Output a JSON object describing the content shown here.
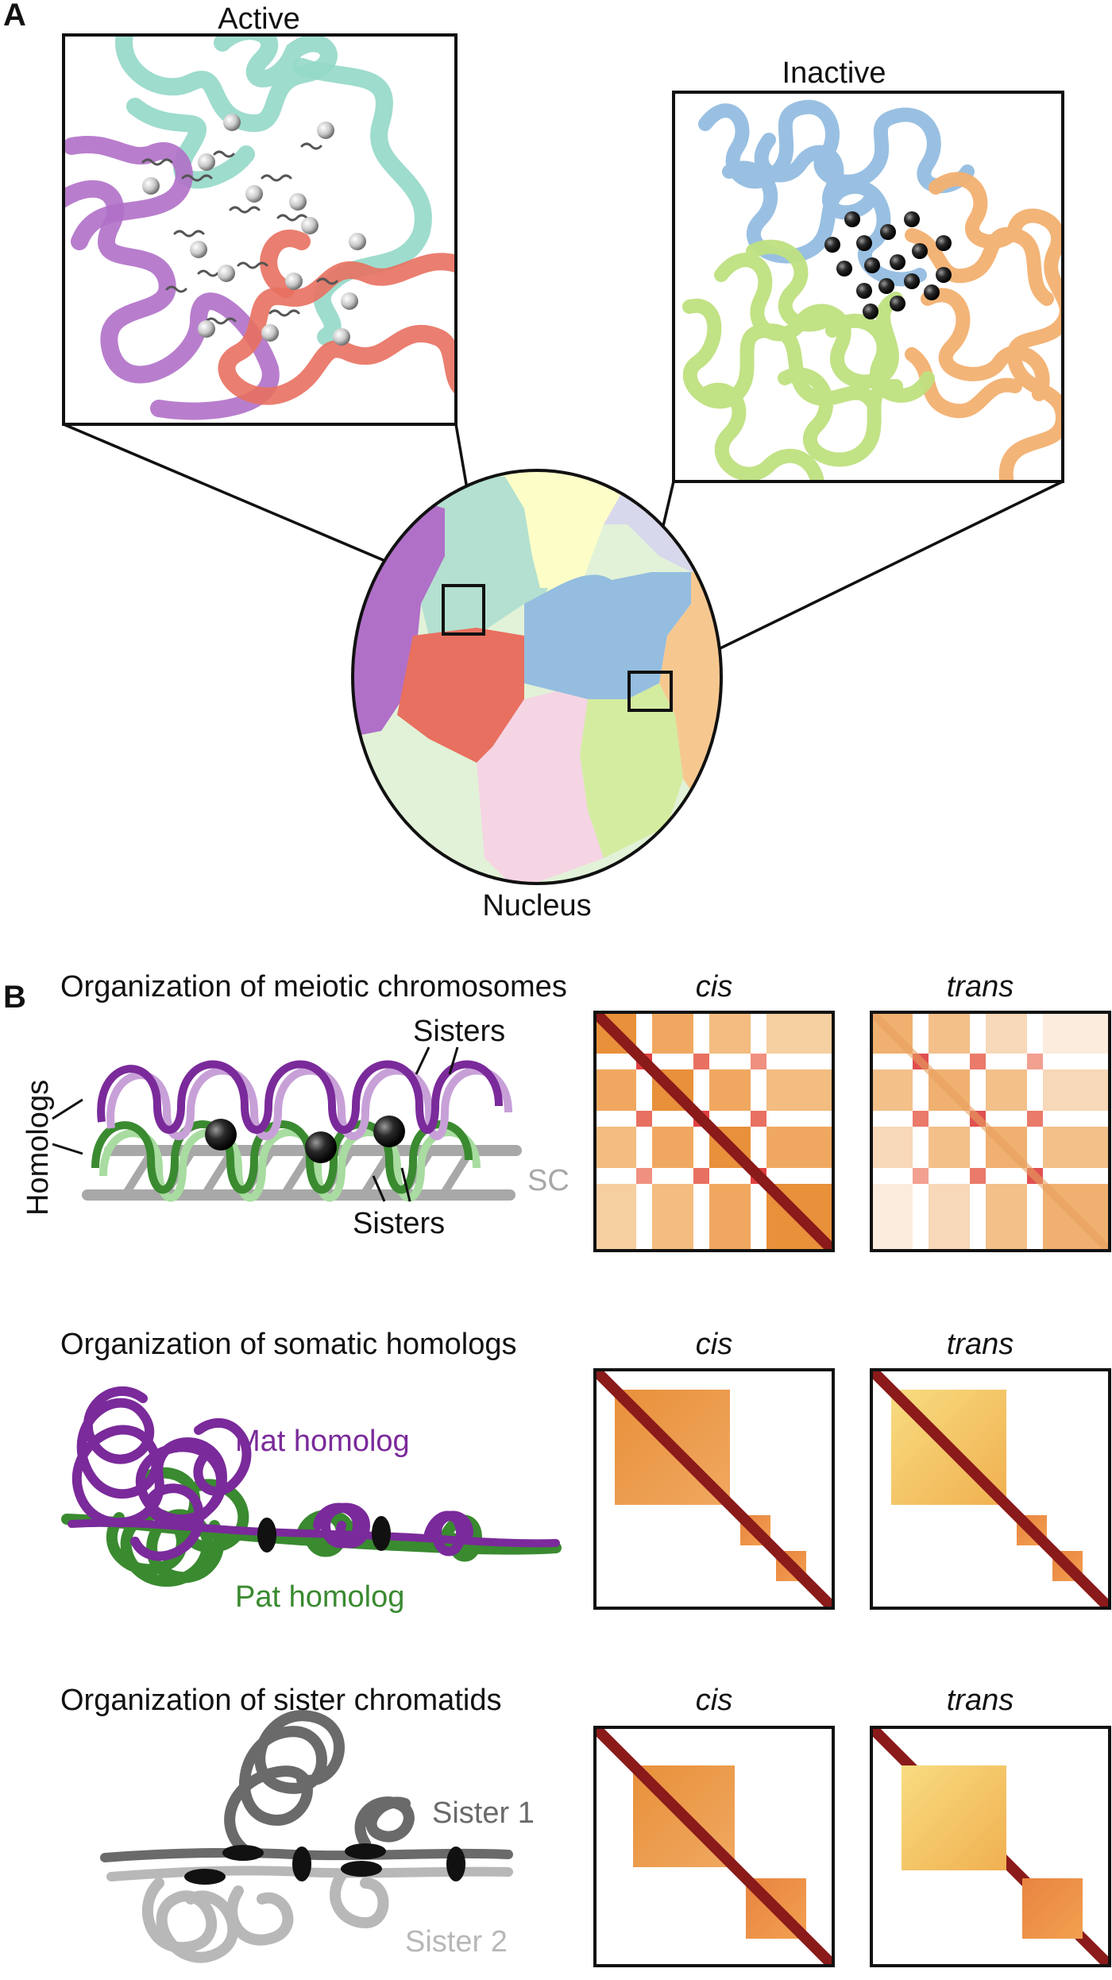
{
  "panel_a": {
    "letter": "A",
    "active_label": "Active",
    "inactive_label": "Inactive",
    "nucleus_label": "Nucleus"
  },
  "panel_b": {
    "letter": "B",
    "rows": [
      {
        "title": "Organization of meiotic chromosomes",
        "cis_label": "cis",
        "trans_label": "trans",
        "labels": {
          "homologs": "Homologs",
          "sisters_top": "Sisters",
          "sisters_bottom": "Sisters",
          "sc": "SC"
        }
      },
      {
        "title": "Organization of somatic homologs",
        "cis_label": "cis",
        "trans_label": "trans",
        "labels": {
          "mat": "Mat homolog",
          "pat": "Pat homolog"
        }
      },
      {
        "title": "Organization of sister chromatids",
        "cis_label": "cis",
        "trans_label": "trans",
        "labels": {
          "sister1": "Sister 1",
          "sister2": "Sister 2"
        }
      }
    ]
  },
  "colors": {
    "teal": "#94d8c8",
    "purple": "#b070c8",
    "red": "#e87060",
    "blue": "#94bde0",
    "orange": "#f2b070",
    "green": "#bfe080",
    "hic_dark": "#8b1a1a",
    "hic_orange": "#e8903a",
    "hic_light": "#f6d080",
    "mat_purple": "#7a2a9a",
    "pat_green": "#3a8a30",
    "sister1": "#6a6a6a",
    "sister2": "#b8b8b8"
  }
}
